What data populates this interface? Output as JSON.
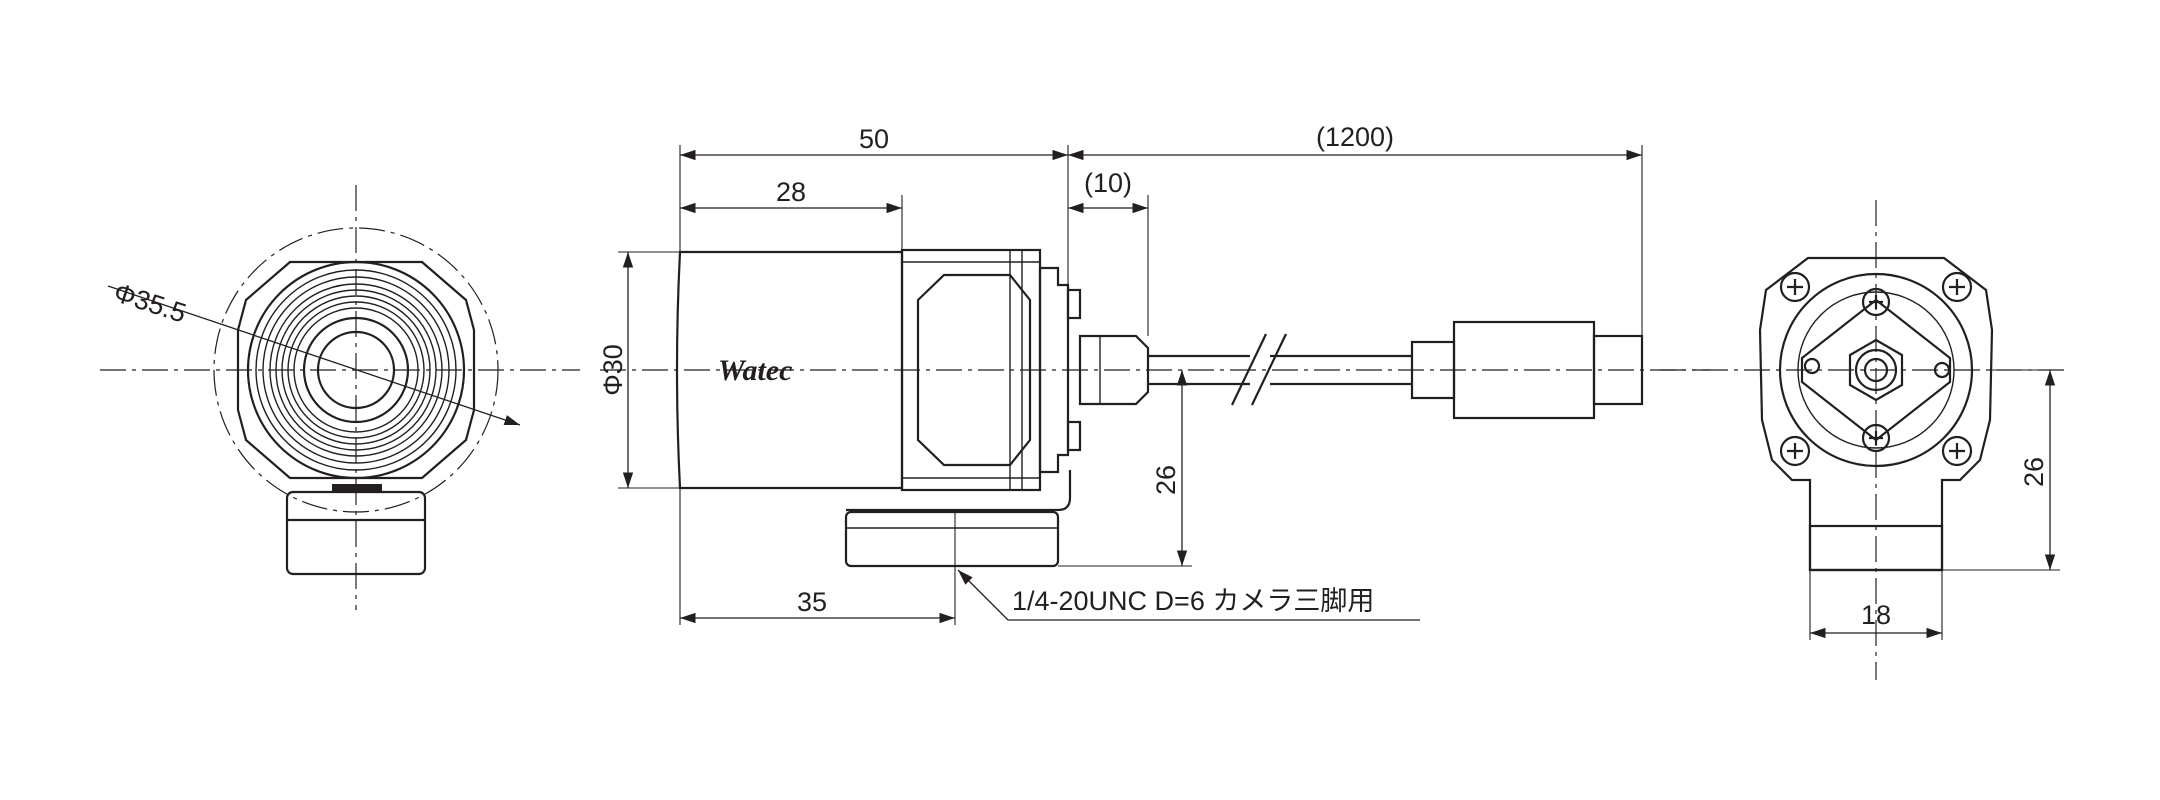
{
  "logo_text": "Watec",
  "dimensions": {
    "front_diameter": "Φ35.5",
    "overall_length": "50",
    "cable_length": "(1200)",
    "body_length": "28",
    "connector_length": "(10)",
    "body_diameter": "Φ30",
    "mount_height": "26",
    "mount_position": "35",
    "rear_height": "26",
    "rear_width": "18"
  },
  "annotations": {
    "tripod_mount": "1/4-20UNC D=6 カメラ三脚用"
  },
  "colors": {
    "line": "#231f20",
    "background": "#ffffff"
  }
}
